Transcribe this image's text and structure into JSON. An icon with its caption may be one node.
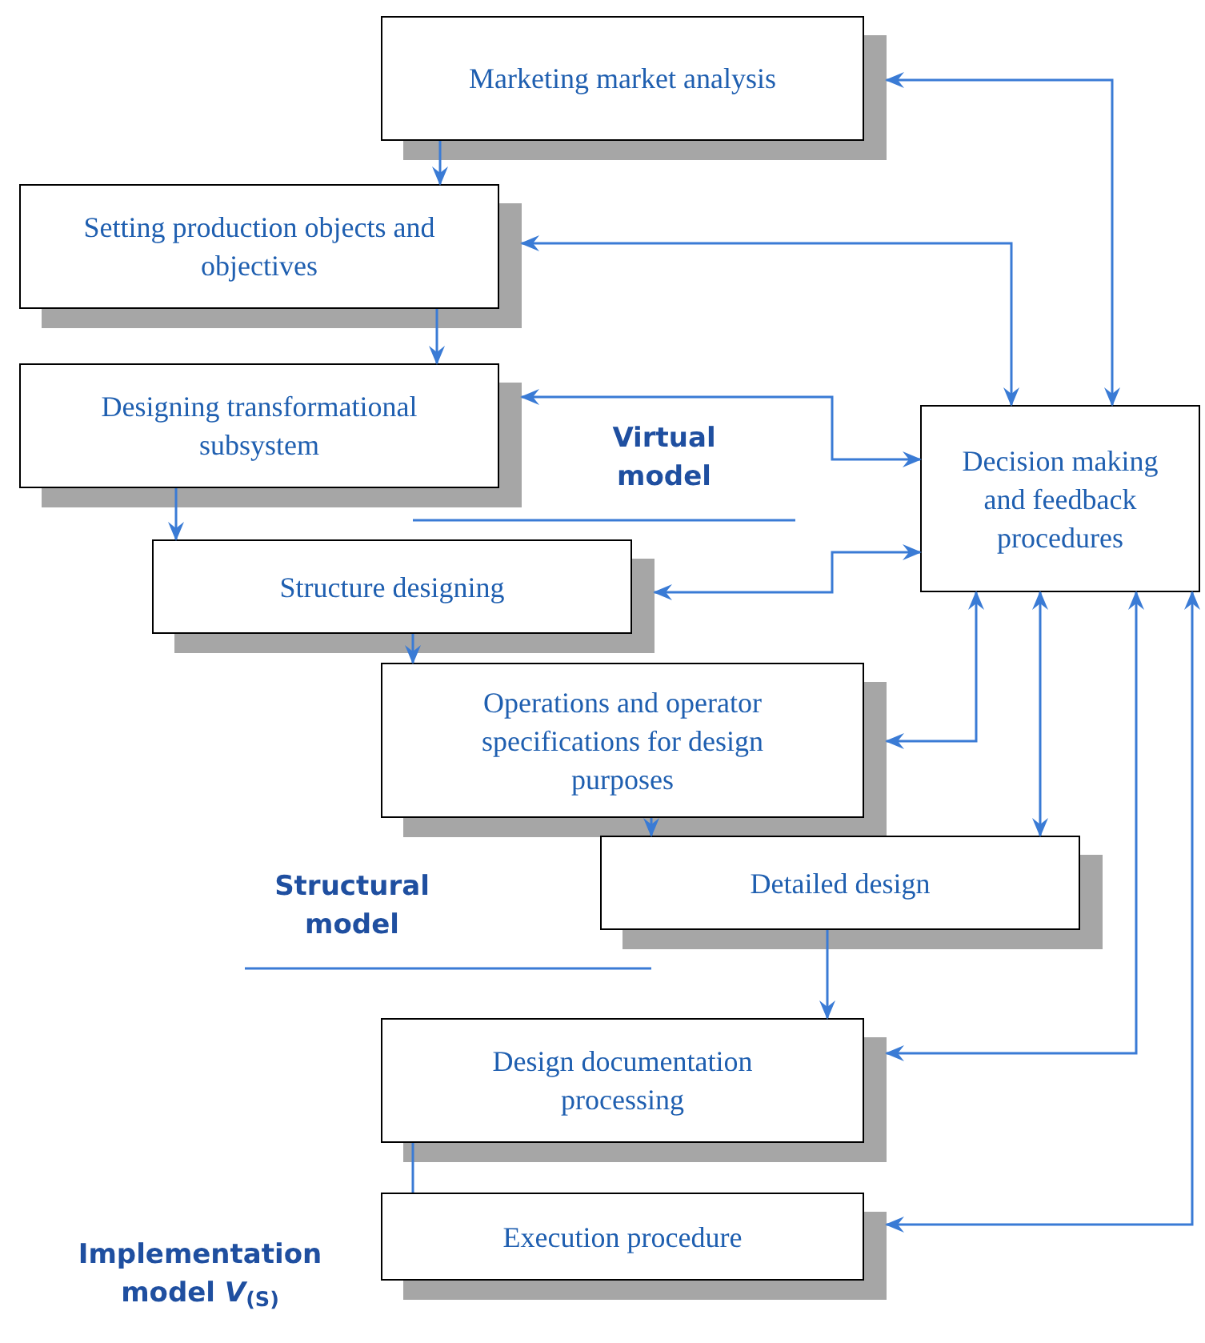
{
  "diagram": {
    "nodes": [
      {
        "text": [
          "Marketing market analysis"
        ]
      },
      {
        "text": [
          "Setting production objects and objectives"
        ]
      },
      {
        "text": [
          "Designing transformational subsystem"
        ]
      },
      {
        "text": [
          "Decision making and feedback procedures"
        ]
      },
      {
        "text": [
          "Structure designing"
        ]
      },
      {
        "text": [
          "Operations and operator specifications for design purposes"
        ]
      },
      {
        "text": [
          "Detailed design"
        ]
      },
      {
        "text": [
          "Design documentation processing"
        ]
      },
      {
        "text": [
          "Execution procedure"
        ]
      }
    ],
    "edges": [
      {
        "from": 0,
        "to": 1,
        "arrow": "to"
      },
      {
        "from": 1,
        "to": 2,
        "arrow": "to"
      },
      {
        "from": 2,
        "to": 4,
        "arrow": "to"
      },
      {
        "from": 4,
        "to": 5,
        "arrow": "to"
      },
      {
        "from": 5,
        "to": 6,
        "arrow": "to"
      },
      {
        "from": 6,
        "to": 7,
        "arrow": "to"
      },
      {
        "from": 7,
        "to": 8,
        "arrow": "none"
      },
      {
        "from": 3,
        "to": 0,
        "arrow": "both"
      },
      {
        "from": 3,
        "to": 1,
        "arrow": "both"
      },
      {
        "from": 2,
        "to": 3,
        "arrow": "both"
      },
      {
        "from": 4,
        "to": 3,
        "arrow": "both"
      },
      {
        "from": 5,
        "to": 3,
        "arrow": "both"
      },
      {
        "from": 3,
        "to": 6,
        "arrow": "both"
      },
      {
        "from": 7,
        "to": 3,
        "arrow": "both"
      },
      {
        "from": 8,
        "to": 3,
        "arrow": "both"
      }
    ],
    "labels": [
      "Virtual model",
      "Structural model",
      "Implementation model *V*$_{(S)}$"
    ]
  }
}
